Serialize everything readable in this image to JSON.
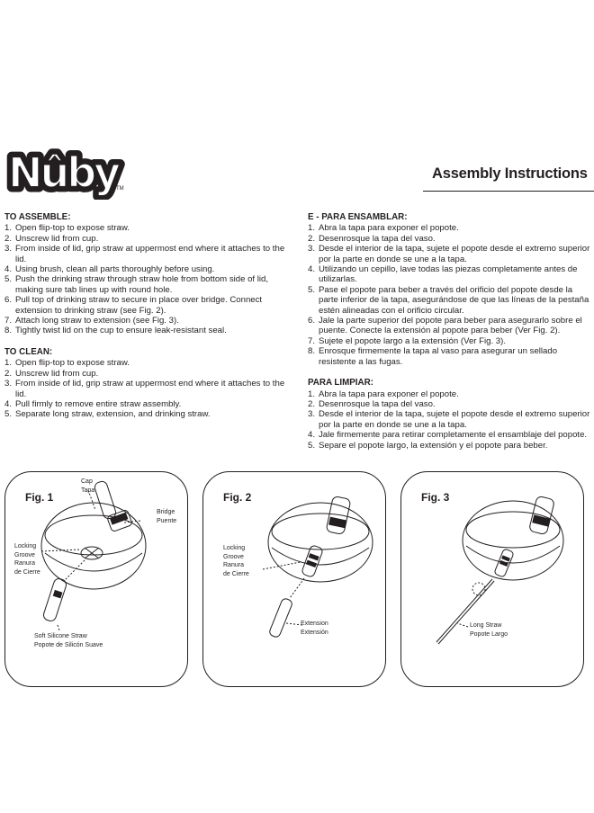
{
  "brand": {
    "logo_text": "Nûby",
    "trademark": "TM"
  },
  "header": {
    "title": "Assembly Instructions"
  },
  "english": {
    "assemble_heading": "TO ASSEMBLE:",
    "assemble_steps": [
      "Open flip-top to expose straw.",
      "Unscrew lid from cup.",
      "From inside of lid, grip straw at uppermost end where it attaches to the lid.",
      "Using brush, clean all parts thoroughly before using.",
      "Push the drinking straw through straw hole from bottom side of lid, making sure tab lines up with round hole.",
      "Pull top of drinking straw to secure in place over bridge. Connect extension to drinking straw (see Fig. 2).",
      "Attach long straw to extension (see Fig. 3).",
      "Tightly twist lid on the cup to ensure leak-resistant seal."
    ],
    "clean_heading": "TO CLEAN:",
    "clean_steps": [
      "Open flip-top to expose straw.",
      "Unscrew lid from cup.",
      "From inside of lid, grip straw at uppermost end where it attaches to the lid.",
      "Pull firmly to remove entire straw assembly.",
      "Separate long straw, extension, and drinking straw."
    ]
  },
  "spanish": {
    "assemble_heading": "E - PARA ENSAMBLAR:",
    "assemble_steps": [
      "Abra la tapa para exponer el popote.",
      "Desenrosque la tapa del vaso.",
      "Desde el interior de la tapa, sujete el popote desde el extremo superior por la parte en donde se une a la tapa.",
      "Utilizando un cepillo, lave todas las piezas completamente antes de utilizarlas.",
      "Pase el popote para beber a través del orificio del popote desde la parte inferior de la tapa, asegurándose de que las líneas de la pestaña estén alineadas con el orificio circular.",
      "Jale la parte superior del popote para beber para asegurarlo sobre el puente. Conecte la extensión al popote para beber (Ver Fig. 2).",
      "Sujete el popote largo a la extensión (Ver Fig. 3).",
      "Enrosque firmemente la tapa al vaso para asegurar un sellado resistente a las fugas."
    ],
    "clean_heading": "PARA LIMPIAR:",
    "clean_steps": [
      "Abra la tapa para exponer el popote.",
      "Desenrosque la tapa del vaso.",
      "Desde el interior de la tapa, sujete el popote desde el extremo superior por la parte en donde se une a la tapa.",
      "Jale firmemente para retirar completamente el ensamblaje del popote.",
      "Separe el popote largo, la extensión y el popote para beber."
    ]
  },
  "figures": {
    "fig1": {
      "label": "Fig. 1",
      "cap": [
        "Cap",
        "Tapa"
      ],
      "bridge": [
        "Bridge",
        "Puente"
      ],
      "groove": [
        "Locking",
        "Groove",
        "Ranura",
        "de Cierre"
      ],
      "straw": [
        "Soft Silicone Straw",
        "Popote de Silicón Suave"
      ]
    },
    "fig2": {
      "label": "Fig. 2",
      "groove": [
        "Locking",
        "Groove",
        "Ranura",
        "de Cierre"
      ],
      "extension": [
        "Extension",
        "Extensión"
      ]
    },
    "fig3": {
      "label": "Fig. 3",
      "long_straw": [
        "Long Straw",
        "Popote Largo"
      ]
    }
  }
}
